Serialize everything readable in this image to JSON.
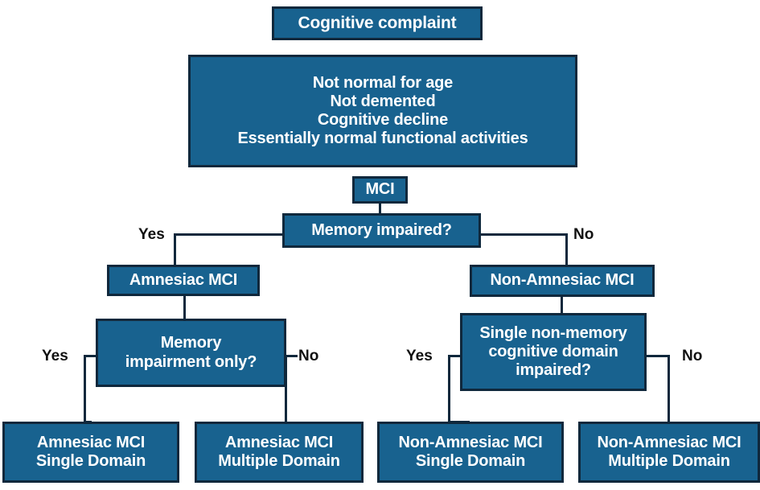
{
  "diagram": {
    "title": "MCI classification flowchart",
    "colors": {
      "node_fill": "#18628f",
      "node_border": "#10283c",
      "node_text": "#ffffff",
      "edge": "#10283c",
      "label_text": "#111111",
      "background": "#ffffff"
    },
    "nodes": {
      "cognitive_complaint": "Cognitive complaint",
      "criteria": "Not normal for age\nNot demented\nCognitive decline\nEssentially normal functional activities",
      "mci": "MCI",
      "memory_impaired": "Memory impaired?",
      "amnesiac_mci": "Amnesiac MCI",
      "nonamnesiac_mci": "Non-Amnesiac MCI",
      "memory_only": "Memory\nimpairment only?",
      "single_nonmemory": "Single non-memory\ncognitive domain\nimpaired?",
      "amnesiac_single": "Amnesiac MCI\nSingle Domain",
      "amnesiac_multiple": "Amnesiac MCI\nMultiple Domain",
      "nonamnesiac_single": "Non-Amnesiac MCI\nSingle Domain",
      "nonamnesiac_multiple": "Non-Amnesiac MCI\nMultiple Domain"
    },
    "edge_labels": {
      "memory_impaired_yes": "Yes",
      "memory_impaired_no": "No",
      "memory_only_yes": "Yes",
      "memory_only_no": "No",
      "single_nonmemory_yes": "Yes",
      "single_nonmemory_no": "No"
    }
  }
}
